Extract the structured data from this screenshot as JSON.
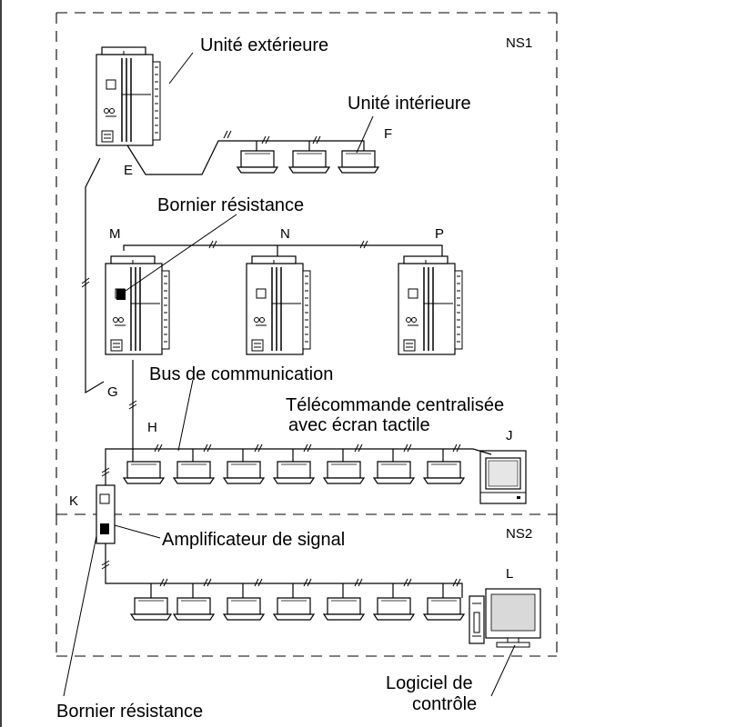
{
  "labels": {
    "outdoor_unit": "Unité extérieure",
    "indoor_unit": "Unité intérieure",
    "resistor_terminal_top": "Bornier résistance",
    "comm_bus": "Bus de communication",
    "central_remote_line1": "Télécommande centralisée",
    "central_remote_line2": "avec écran tactile",
    "signal_amplifier": "Amplificateur de signal",
    "control_software_line1": "Logiciel de",
    "control_software_line2": "contrôle",
    "resistor_terminal_bottom": "Bornier résistance"
  },
  "letters": {
    "E": "E",
    "F": "F",
    "G": "G",
    "H": "H",
    "J": "J",
    "K": "K",
    "L": "L",
    "M": "M",
    "N": "N",
    "P": "P"
  },
  "zones": {
    "ns1": "NS1",
    "ns2": "NS2"
  },
  "colors": {
    "line": "#000000",
    "unit_fill": "#ffffff",
    "screen": "#d9d9d9"
  }
}
